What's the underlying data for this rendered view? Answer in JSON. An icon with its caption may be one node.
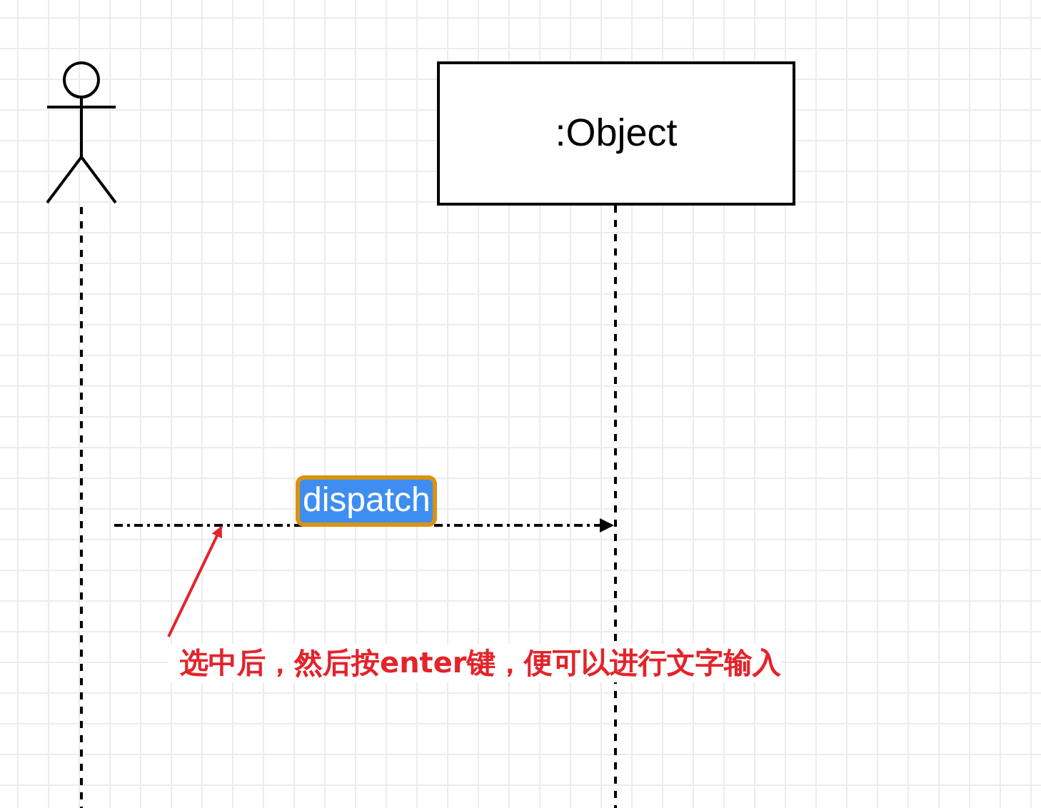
{
  "diagram": {
    "nodes": [
      {
        "text": [],
        "shape": "person"
      },
      {
        "text": [
          ":Object"
        ]
      },
      {
        "text": [
          "选中后，然后按enter键，便可以进行文字输入"
        ]
      },
      {
        "text": [],
        "shape": "line"
      },
      {
        "text": [],
        "shape": "line"
      }
    ],
    "edges": [
      {
        "from": null,
        "to": 4,
        "arrow": "to",
        "style": "dashed",
        "label": "dispatch"
      },
      {
        "from": 2,
        "to": null,
        "arrow": "to",
        "color": "#e3242b"
      }
    ]
  }
}
